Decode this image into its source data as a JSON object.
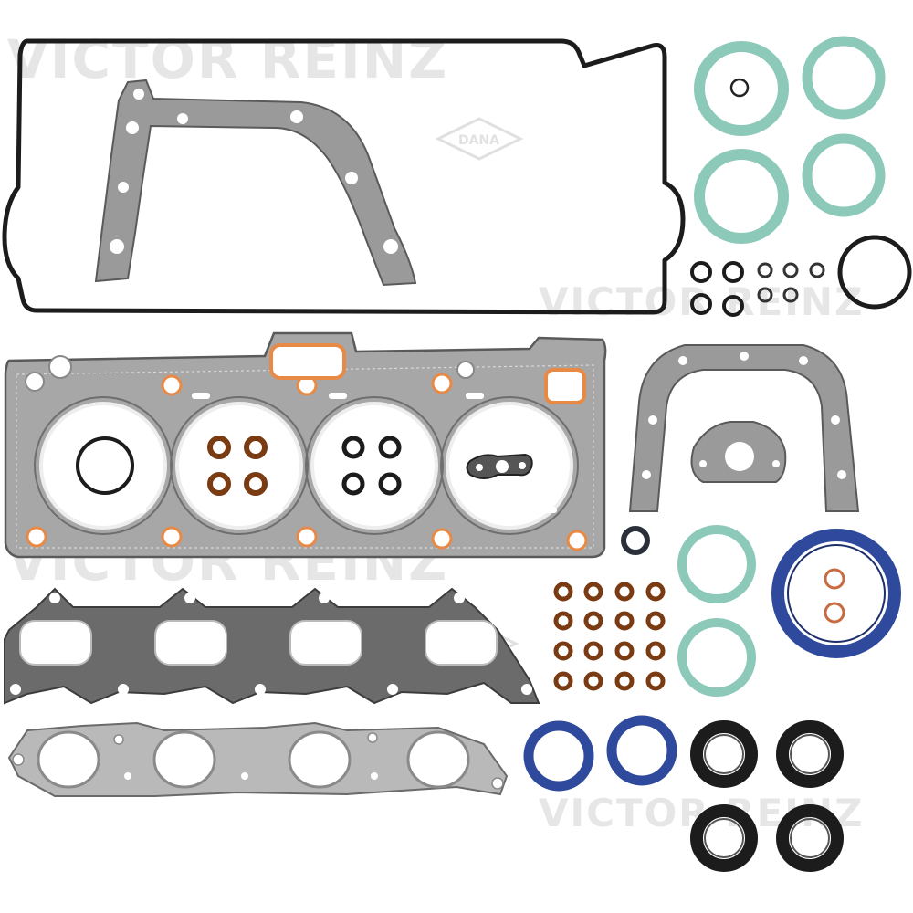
{
  "watermarks": {
    "brand": "VICTOR REINZ",
    "dana": "DANA"
  },
  "colors": {
    "background": "#ffffff",
    "gray_gasket": "#9a9a9a",
    "gasket_outline": "#5a5a5a",
    "green_ring": "#8cc9b8",
    "blue_seal": "#2f4a9c",
    "black_seal": "#1c1c1c",
    "brown_seal": "#7a3b12",
    "orange_ring": "#e88a45",
    "head_gasket_fill": "#a7a7a7",
    "steel_exhaust": "#b9b9b9"
  },
  "parts": [
    "valve-cover-gasket",
    "timing-cover-gasket",
    "cylinder-head-gasket",
    "intake-manifold-gasket",
    "exhaust-manifold-gasket",
    "rear-main-seal-retainer-gasket",
    "valve-stem-seals",
    "crankshaft-seal",
    "camshaft-seals",
    "o-rings"
  ]
}
